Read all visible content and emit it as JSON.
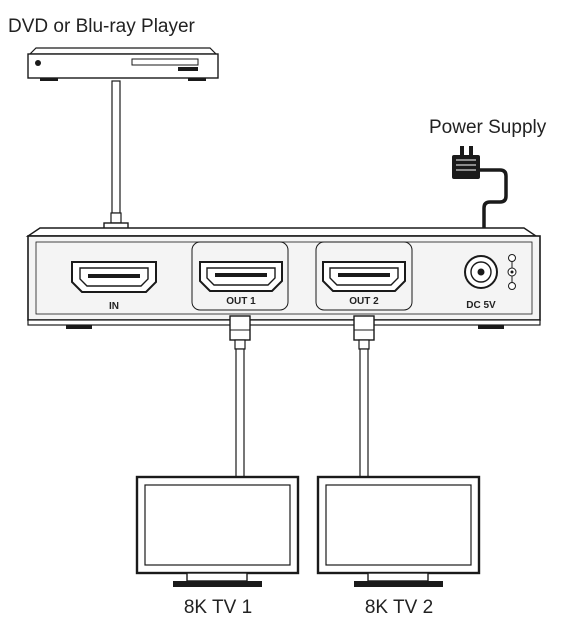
{
  "labels": {
    "source": "DVD or Blu-ray Player",
    "power": "Power Supply",
    "port_in": "IN",
    "port_out1": "OUT 1",
    "port_out2": "OUT 2",
    "port_dc": "DC 5V",
    "tv1": "8K TV 1",
    "tv2": "8K TV 2"
  },
  "colors": {
    "line": "#1a1a1a",
    "cable_fill": "#ffffff",
    "device_fill": "#ffffff",
    "box_fill": "#f4f4f4"
  }
}
